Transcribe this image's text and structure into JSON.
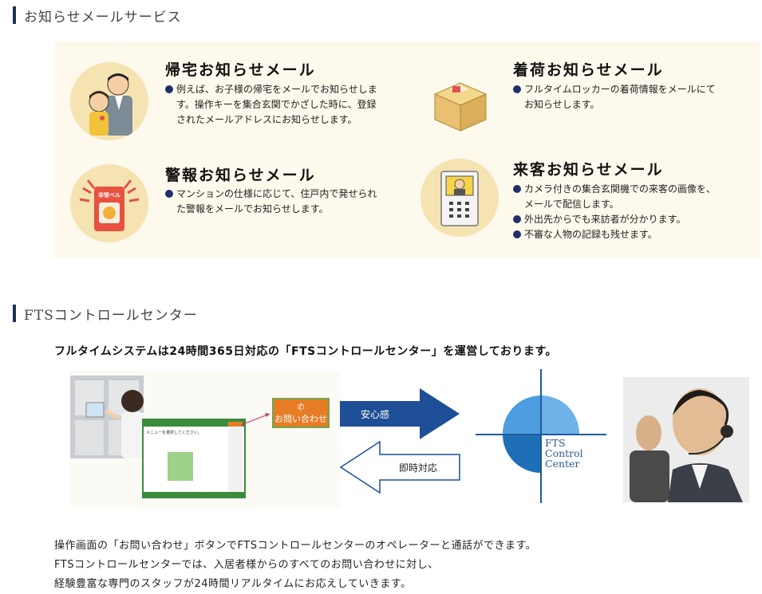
{
  "section1": {
    "heading": "お知らせメールサービス"
  },
  "services": [
    {
      "title": "帰宅お知らせメール",
      "lines": [
        "例えば、お子様の帰宅をメールでお知らせしま",
        "す。操作キーを集合玄関でかざした時に、登録",
        "されたメールアドレスにお知らせします。"
      ]
    },
    {
      "title": "着荷お知らせメール",
      "lines": [
        "フルタイムロッカーの着荷情報をメールにて",
        "お知らせします。"
      ]
    },
    {
      "title": "警報お知らせメール",
      "lines": [
        "マンションの仕様に応じて、住戸内で発せられ",
        "た警報をメールでお知らせします。"
      ],
      "badge": "非常ベル"
    },
    {
      "title": "来客お知らせメール",
      "bullets": [
        [
          "カメラ付きの集合玄関機での来客の画像を、",
          "メールで配信します。"
        ],
        [
          "外出先からでも来訪者が分かります。"
        ],
        [
          "不審な人物の記録も残せます。"
        ]
      ]
    }
  ],
  "section2": {
    "heading": "FTSコントロールセンター",
    "intro": "フルタイムシステムは24時間365日対応の「FTSコントロールセンター」を運営しております。",
    "call_button": "お問い合わせ",
    "arrow_right": "安心感",
    "arrow_left": "即時対応",
    "screen_msg": "メニューを選択してください。",
    "logo": {
      "line1": "FTS",
      "line2": "Control",
      "line3": "Center"
    },
    "footer": [
      "操作画面の「お問い合わせ」ボタンでFTSコントロールセンターのオペレーターと通話ができます。",
      "FTSコントロールセンターでは、入居者様からのすべてのお問い合わせに対し、",
      "経験豊富な専門のスタッフが24時間リアルタイムにお応えしていきます。"
    ]
  },
  "colors": {
    "heading_bar": "#1f2f5a",
    "panel_bg": "#fdf9ec",
    "arrow_blue": "#1e4f96",
    "call_orange": "#e77c25"
  }
}
